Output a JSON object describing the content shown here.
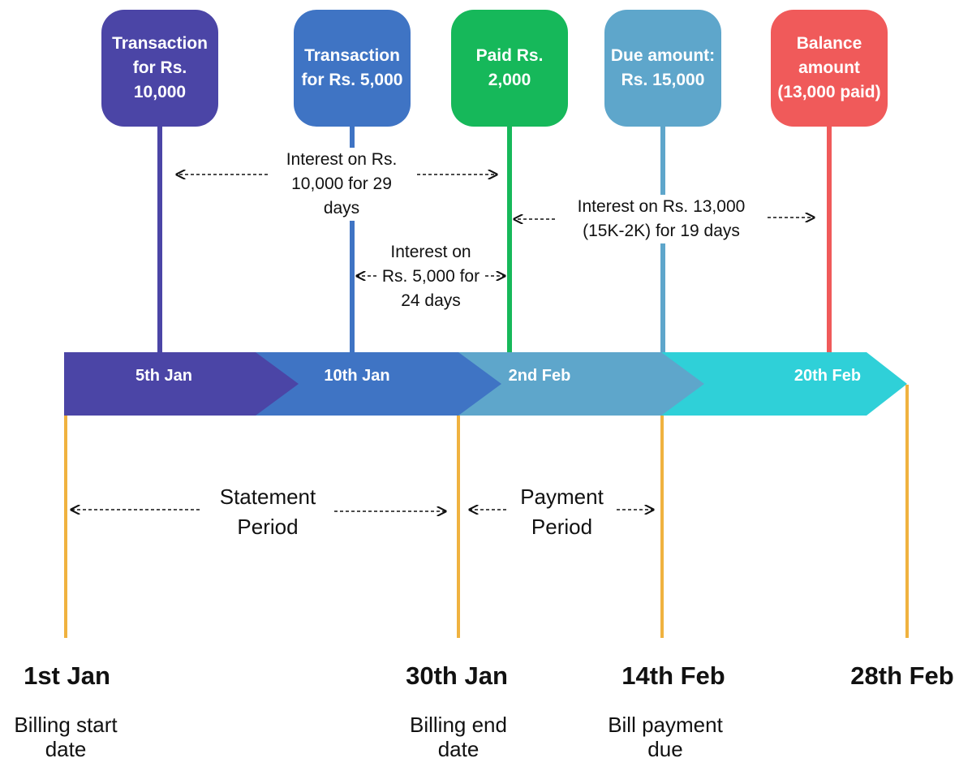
{
  "colors": {
    "purple": "#4b45a6",
    "blue": "#3f74c4",
    "green": "#16b85a",
    "light_blue": "#5ea6cb",
    "red": "#f05a5a",
    "cyan": "#2fd0d8",
    "gold": "#f0b23f"
  },
  "boxes": [
    {
      "text": "Transaction for Rs. 10,000"
    },
    {
      "text": "Transaction for Rs. 5,000"
    },
    {
      "text": "Paid Rs. 2,000"
    },
    {
      "text": "Due amount: Rs. 15,000"
    },
    {
      "text": "Balance amount (13,000 paid)"
    }
  ],
  "interest_notes": [
    {
      "text": "Interest on Rs. 10,000 for 29 days"
    },
    {
      "text": "Interest on Rs. 5,000 for 24 days"
    },
    {
      "text": "Interest on Rs. 13,000 (15K-2K) for 19 days"
    }
  ],
  "timeline_labels": [
    "5th Jan",
    "10th Jan",
    "2nd Feb",
    "20th Feb"
  ],
  "periods": [
    {
      "text": "Statement Period"
    },
    {
      "text": "Payment Period"
    }
  ],
  "dates": [
    {
      "date": "1st Jan",
      "desc": "Billing start date"
    },
    {
      "date": "30th Jan",
      "desc": "Billing end date"
    },
    {
      "date": "14th Feb",
      "desc": "Bill payment due"
    },
    {
      "date": "28th Feb",
      "desc": ""
    }
  ]
}
